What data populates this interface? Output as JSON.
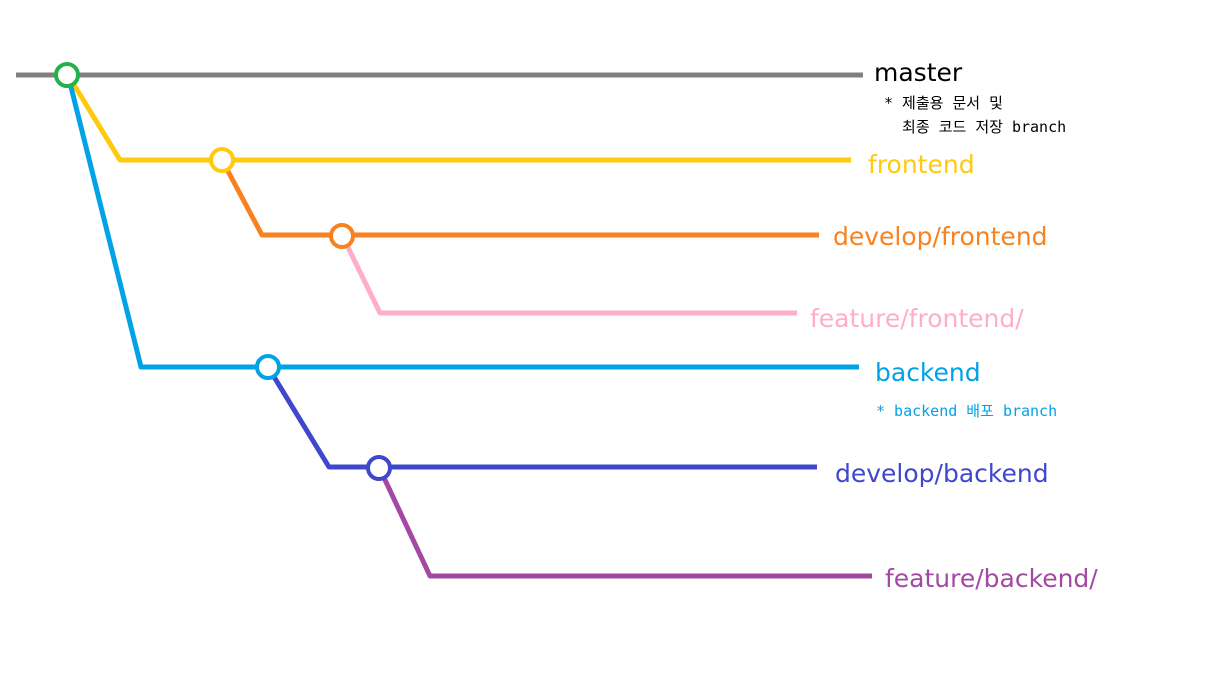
{
  "diagram": {
    "branches": [
      {
        "id": "master",
        "label": "master",
        "color": "#808080",
        "label_color": "#000000",
        "note": [
          "* 제출용 문서 및",
          "  최종 코드 저장 branch"
        ],
        "note_color": "#000000"
      },
      {
        "id": "frontend",
        "label": "frontend",
        "color": "#ffc90e",
        "label_color": "#ffc90e"
      },
      {
        "id": "develop-frontend",
        "label": "develop/frontend",
        "color": "#f7821f",
        "label_color": "#f7821f"
      },
      {
        "id": "feature-frontend",
        "label": "feature/frontend/",
        "color": "#ffaec9",
        "label_color": "#ffaec9"
      },
      {
        "id": "backend",
        "label": "backend",
        "color": "#00a2e8",
        "label_color": "#00a2e8",
        "note": [
          "* backend 배포 branch"
        ],
        "note_color": "#00a2e8"
      },
      {
        "id": "develop-backend",
        "label": "develop/backend",
        "color": "#3f48cc",
        "label_color": "#3f48cc"
      },
      {
        "id": "feature-backend",
        "label": "feature/backend/",
        "color": "#a349a4",
        "label_color": "#a349a4"
      }
    ]
  }
}
